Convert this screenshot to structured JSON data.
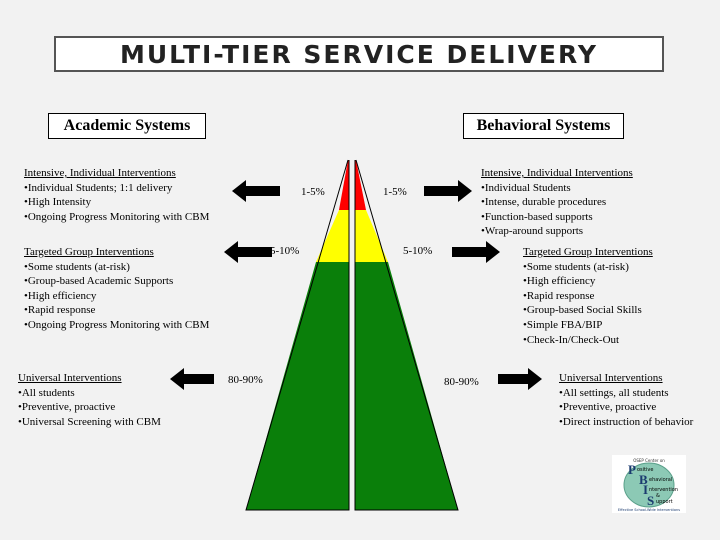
{
  "title": "MULTI-TIER SERVICE DELIVERY",
  "academic": {
    "heading": "Academic Systems",
    "tiers": [
      {
        "title": "Intensive, Individual Interventions",
        "items": [
          "•Individual Students; 1:1 delivery",
          "•High Intensity",
          "•Ongoing Progress Monitoring with CBM"
        ],
        "percent": "1-5%"
      },
      {
        "title": "Targeted Group Interventions",
        "items": [
          "•Some students (at-risk)",
          "•Group-based Academic Supports",
          "•High efficiency",
          "•Rapid response",
          "•Ongoing Progress Monitoring with CBM"
        ],
        "percent": "5-10%"
      },
      {
        "title": "Universal Interventions",
        "items": [
          "•All students",
          "•Preventive,  proactive",
          "•Universal Screening with CBM"
        ],
        "percent": "80-90%"
      }
    ]
  },
  "behavioral": {
    "heading": "Behavioral Systems",
    "tiers": [
      {
        "title": "Intensive, Individual Interventions",
        "items": [
          "•Individual Students",
          "•Intense, durable procedures",
          "•Function-based supports",
          "•Wrap-around supports"
        ],
        "percent": "1-5%"
      },
      {
        "title": "Targeted Group Interventions",
        "items": [
          "•Some students (at-risk)",
          "•High efficiency",
          "•Rapid response",
          "•Group-based Social Skills",
          "•Simple FBA/BIP",
          "•Check-In/Check-Out"
        ],
        "percent": "5-10%"
      },
      {
        "title": "Universal Interventions",
        "items": [
          "•All settings, all students",
          "•Preventive,  proactive",
          "•Direct instruction of behavior"
        ],
        "percent": "80-90%"
      }
    ]
  },
  "tier_colors": {
    "intensive": "#ff0000",
    "targeted": "#ffff00",
    "universal": "#0a7f0a"
  },
  "logo": {
    "icon": "pbis-logo",
    "lines": [
      "OSEP Center on",
      "ositive",
      "ehavioral",
      "ntervention",
      "&",
      "upport"
    ],
    "tagline": "Effective School-Wide Interventions"
  }
}
